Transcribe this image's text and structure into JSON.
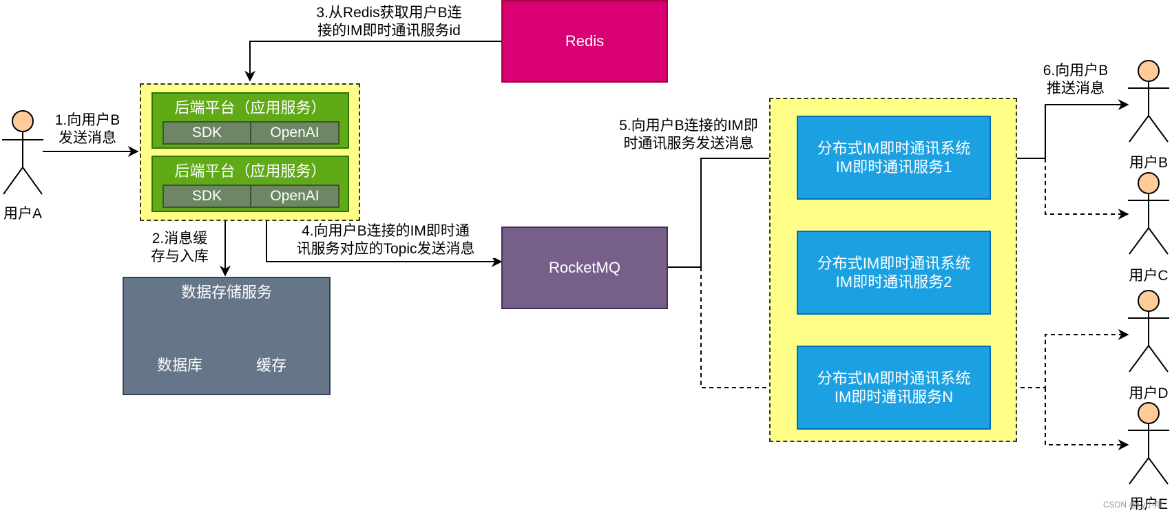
{
  "actors": {
    "user_a": "用户A",
    "user_b": "用户B",
    "user_c": "用户C",
    "user_d": "用户D",
    "user_e": "用户E"
  },
  "steps": {
    "step1_line1": "1.向用户B",
    "step1_line2": "发送消息",
    "step2_line1": "2.消息缓",
    "step2_line2": "存与入库",
    "step3_line1": "3.从Redis获取用户B连",
    "step3_line2": "接的IM即时通讯服务id",
    "step4_line1": "4.向用户B连接的IM即时通",
    "step4_line2": "讯服务对应的Topic发送消息",
    "step5_line1": "5.向用户B连接的IM即",
    "step5_line2": "时通讯服务发送消息",
    "step6_line1": "6.向用户B",
    "step6_line2": "推送消息"
  },
  "backend": {
    "title1": "后端平台（应用服务）",
    "title2": "后端平台（应用服务）",
    "sdk": "SDK",
    "openai": "OpenAI"
  },
  "storage": {
    "title": "数据存储服务",
    "database": "数据库",
    "cache": "缓存"
  },
  "redis": "Redis",
  "rocketmq": "RocketMQ",
  "im": {
    "system": "分布式IM即时通讯系统",
    "service1": "IM即时通讯服务1",
    "service2": "IM即时通讯服务2",
    "serviceN": "IM即时通讯服务N"
  },
  "watermark": "CSDN @Ly小翔",
  "colors": {
    "redis": "#d80073",
    "rocketmq": "#76608a",
    "im_service": "#1ba1e2",
    "backend": "#60a917",
    "storage": "#647687",
    "db": "#fa6800",
    "container": "#ffff88",
    "actor": "#ffcc99"
  }
}
